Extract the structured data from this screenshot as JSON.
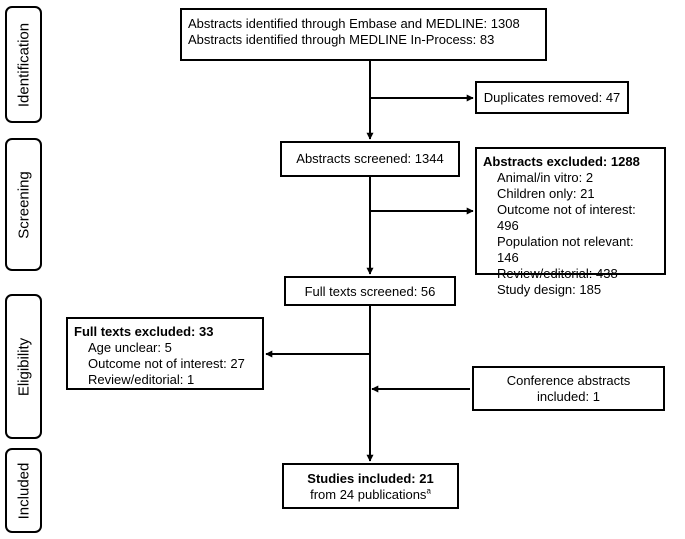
{
  "phases": {
    "identification": "Identification",
    "screening": "Screening",
    "eligibility": "Eligibility",
    "included": "Included"
  },
  "identified": {
    "line1": "Abstracts identified through Embase and MEDLINE: 1308",
    "line2": "Abstracts identified through MEDLINE In-Process: 83"
  },
  "duplicates": "Duplicates removed: 47",
  "abstracts_screened": "Abstracts screened: 1344",
  "abstracts_excluded": {
    "title": "Abstracts excluded: 1288",
    "items": [
      "Animal/in vitro: 2",
      "Children only: 21",
      "Outcome not of interest: 496",
      "Population not relevant: 146",
      "Review/editorial: 438",
      "Study design: 185"
    ]
  },
  "full_texts_screened": "Full texts screened: 56",
  "full_texts_excluded": {
    "title": "Full texts excluded: 33",
    "items": [
      "Age unclear: 5",
      "Outcome not of interest: 27",
      "Review/editorial: 1"
    ]
  },
  "conference": {
    "line1": "Conference abstracts",
    "line2": "included: 1"
  },
  "included": {
    "title": "Studies included: 21",
    "subtitle": "from 24 publications",
    "footnote_mark": "a"
  }
}
